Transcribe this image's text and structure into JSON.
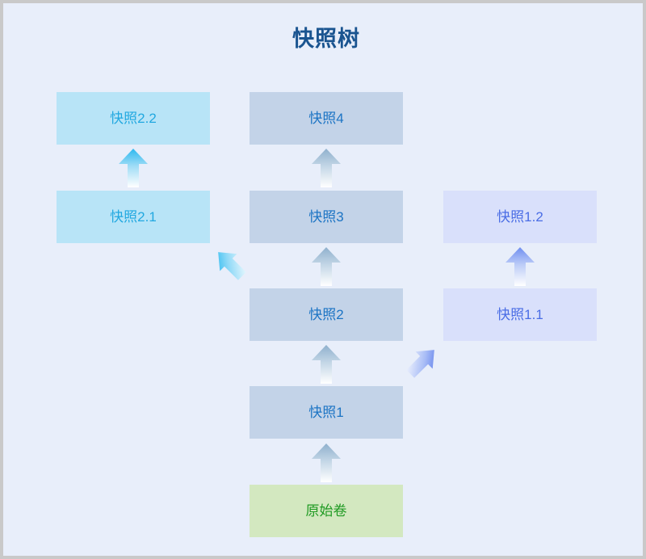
{
  "diagram": {
    "title": "快照树",
    "title_color": "#1a5490",
    "background_color": "#e8eefa",
    "border_color": "#c9c9c9",
    "nodes": [
      {
        "id": "snap22",
        "label": "快照2.2",
        "column": "left",
        "fill": "#b8e4f7",
        "text_color": "#22a8e0"
      },
      {
        "id": "snap21",
        "label": "快照2.1",
        "column": "left",
        "fill": "#b8e4f7",
        "text_color": "#22a8e0"
      },
      {
        "id": "snap4",
        "label": "快照4",
        "column": "center",
        "fill": "#c3d3e8",
        "text_color": "#1c74c4"
      },
      {
        "id": "snap3",
        "label": "快照3",
        "column": "center",
        "fill": "#c3d3e8",
        "text_color": "#1c74c4"
      },
      {
        "id": "snap2",
        "label": "快照2",
        "column": "center",
        "fill": "#c3d3e8",
        "text_color": "#1c74c4"
      },
      {
        "id": "snap1",
        "label": "快照1",
        "column": "center",
        "fill": "#c3d3e8",
        "text_color": "#1c74c4"
      },
      {
        "id": "snap12",
        "label": "快照1.2",
        "column": "right",
        "fill": "#d9e0fb",
        "text_color": "#4a6de5"
      },
      {
        "id": "snap11",
        "label": "快照1.1",
        "column": "right",
        "fill": "#d9e0fb",
        "text_color": "#4a6de5"
      },
      {
        "id": "origin",
        "label": "原始卷",
        "column": "center",
        "fill": "#d3e8c0",
        "text_color": "#1f9a22"
      }
    ],
    "edges": [
      {
        "from": "snap21",
        "to": "snap22",
        "direction": "up",
        "color": "#2bb8ef"
      },
      {
        "from": "snap3",
        "to": "snap4",
        "direction": "up",
        "color": "#8fb0cd"
      },
      {
        "from": "snap2",
        "to": "snap3",
        "direction": "up",
        "color": "#8fb0cd"
      },
      {
        "from": "snap1",
        "to": "snap2",
        "direction": "up",
        "color": "#8fb0cd"
      },
      {
        "from": "origin",
        "to": "snap1",
        "direction": "up",
        "color": "#8fb0cd"
      },
      {
        "from": "snap2",
        "to": "snap21",
        "direction": "up-left",
        "color": "#16b3ee"
      },
      {
        "from": "snap11",
        "to": "snap12",
        "direction": "up",
        "color": "#6f8ef0"
      },
      {
        "from": "snap1",
        "to": "snap11",
        "direction": "up-right",
        "color": "#4c6fe8"
      }
    ]
  }
}
